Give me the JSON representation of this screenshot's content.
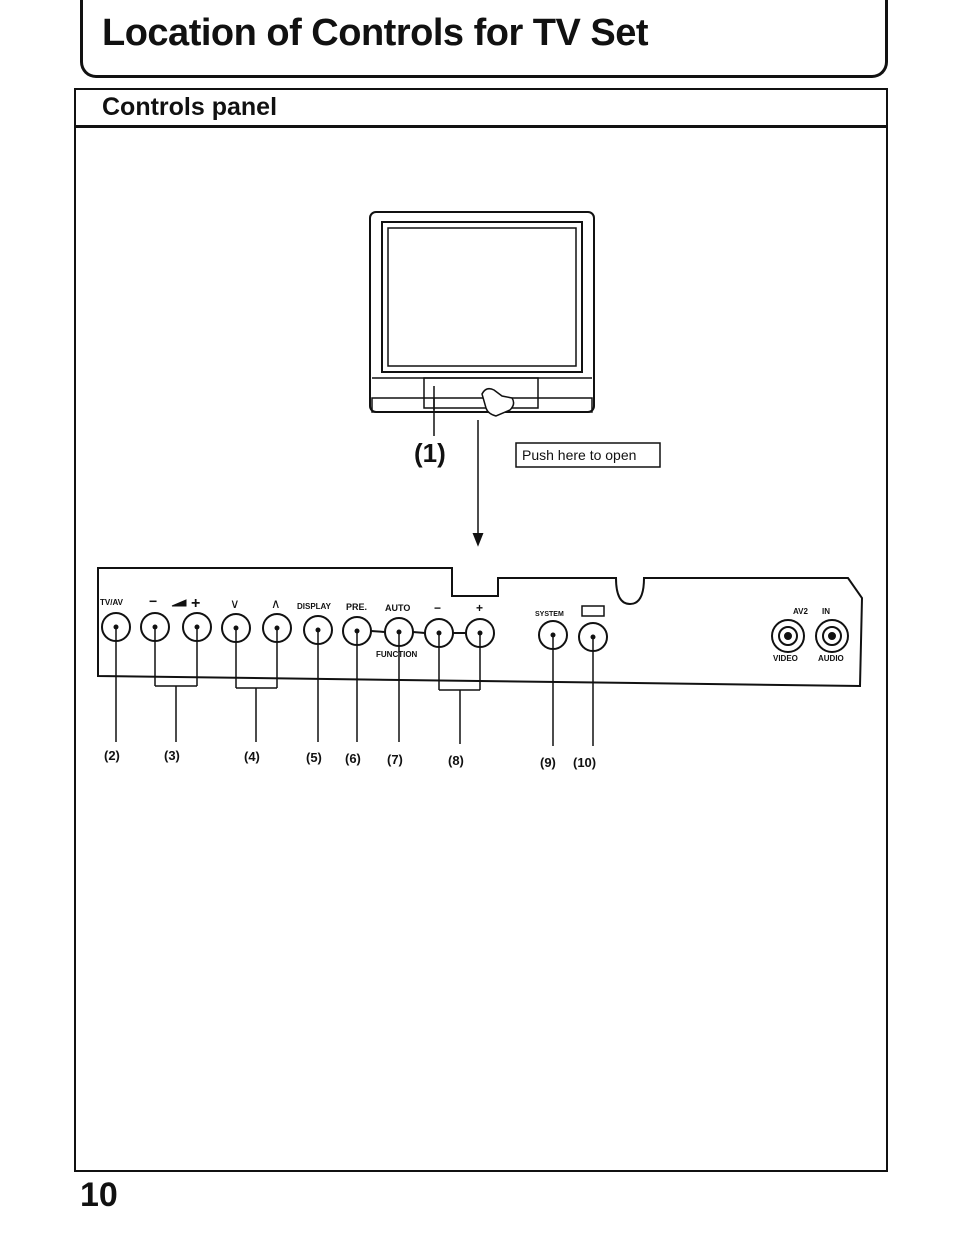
{
  "page": {
    "title": "Location of Controls for TV Set",
    "section_title": "Controls panel",
    "page_number": "10"
  },
  "diagram": {
    "callout_tv": "(1)",
    "push_label": "Push here to open",
    "panel_labels": {
      "tv_av": "TV/AV",
      "vol_minus": "−",
      "vol_plus": "+",
      "ch_down": "∨",
      "ch_up": "∧",
      "display": "DISPLAY",
      "pre": "PRE.",
      "auto": "AUTO",
      "func_minus": "−",
      "func_plus": "+",
      "function": "FUNCTION",
      "system": "SYSTEM",
      "av2": "AV2",
      "in": "IN",
      "video": "VIDEO",
      "audio": "AUDIO"
    },
    "callouts": [
      "(2)",
      "(3)",
      "(4)",
      "(5)",
      "(6)",
      "(7)",
      "(8)",
      "(9)",
      "(10)"
    ]
  }
}
